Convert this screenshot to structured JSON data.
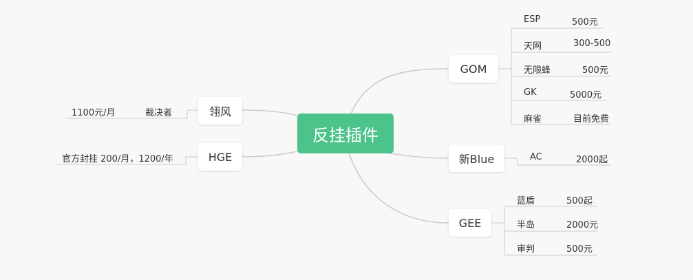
{
  "root": {
    "label": "反挂插件"
  },
  "colors": {
    "root_bg": "#4cc38a",
    "line": "#cccccc",
    "background": "#f8f8f8"
  },
  "branches": [
    {
      "label": "GOM",
      "items": [
        {
          "name": "ESP",
          "value": "500元"
        },
        {
          "name": "天网",
          "value": "300-500"
        },
        {
          "name": "无限蜂",
          "value": "500元"
        },
        {
          "name": "GK",
          "value": "5000元"
        },
        {
          "name": "麻雀",
          "value": "目前免费"
        }
      ]
    },
    {
      "label": "新Blue",
      "items": [
        {
          "name": "AC",
          "value": "2000起"
        }
      ]
    },
    {
      "label": "GEE",
      "items": [
        {
          "name": "蓝盾",
          "value": "500起"
        },
        {
          "name": "半岛",
          "value": "2000元"
        },
        {
          "name": "审判",
          "value": "500元"
        }
      ]
    },
    {
      "label": "翎风",
      "items": [
        {
          "name": "1100元/月",
          "value": "裁决者"
        }
      ]
    },
    {
      "label": "HGE",
      "items": [
        {
          "name": "官方封挂 200/月，1200/年",
          "value": ""
        }
      ]
    }
  ]
}
